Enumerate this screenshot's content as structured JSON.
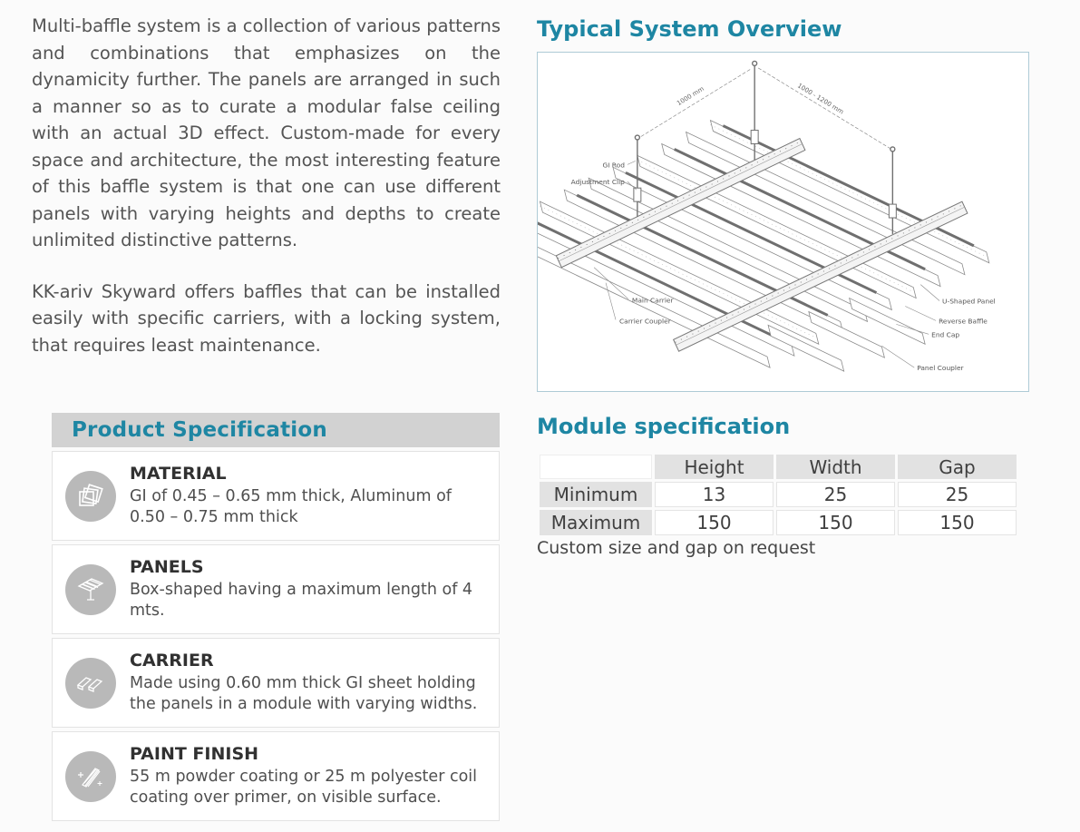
{
  "intro": {
    "paragraph1": "Multi-baffle system is a collection of various patterns and combinations that emphasizes on the dynamicity further.  The panels are arranged in such a manner so as to curate a modular false ceiling with an actual 3D effect. Custom-made for every space and architecture, the most interesting feature of this baffle system is that one can use different panels with varying heights and depths to create unlimited distinctive patterns.",
    "paragraph2": "KK-ariv Skyward offers baffles that can be installed easily with specific carriers, with a locking system, that requires least maintenance."
  },
  "product_specification": {
    "title": "Product Specification",
    "items": [
      {
        "icon": "material-sheets-icon",
        "title": "MATERIAL",
        "description": "GI of 0.45 – 0.65 mm thick, Aluminum of 0.50 – 0.75 mm thick"
      },
      {
        "icon": "panel-grid-icon",
        "title": "PANELS",
        "description": "Box-shaped having a maximum length of 4 mts."
      },
      {
        "icon": "carrier-profile-icon",
        "title": "CARRIER",
        "description": "Made using 0.60 mm thick GI sheet holding the panels in a module with varying widths."
      },
      {
        "icon": "paint-finish-icon",
        "title": "PAINT FINISH",
        "description": "55 m powder coating or 25 m polyester coil coating over primer, on visible surface."
      }
    ]
  },
  "system_overview": {
    "title": "Typical System Overview",
    "labels": {
      "gi_rod": "GI Rod",
      "adjustment_clip": "Adjustment Clip",
      "main_carrier": "Main Carrier",
      "carrier_coupler": "Carrier Coupler",
      "u_shaped_panel": "U-Shaped Panel",
      "reverse_baffle": "Reverse Baffle",
      "end_cap": "End Cap",
      "panel_coupler": "Panel Coupler"
    },
    "dimensions": {
      "carrier_span": "1000 mm",
      "hanger_spacing": "1000 - 1200 mm"
    }
  },
  "module_specification": {
    "title": "Module specification",
    "table": {
      "columns": [
        "",
        "Height",
        "Width",
        "Gap"
      ],
      "rows": [
        {
          "label": "Minimum",
          "values": [
            "13",
            "25",
            "25"
          ]
        },
        {
          "label": "Maximum",
          "values": [
            "150",
            "150",
            "150"
          ]
        }
      ]
    },
    "note": "Custom size and gap on request"
  },
  "colors": {
    "accent_teal": "#1e86a3",
    "header_bar_gray": "#d2d2d2",
    "table_cell_gray": "#e2e2e2",
    "icon_circle_gray": "#b9b9b9",
    "diagram_border_blue": "#aecbd6"
  }
}
